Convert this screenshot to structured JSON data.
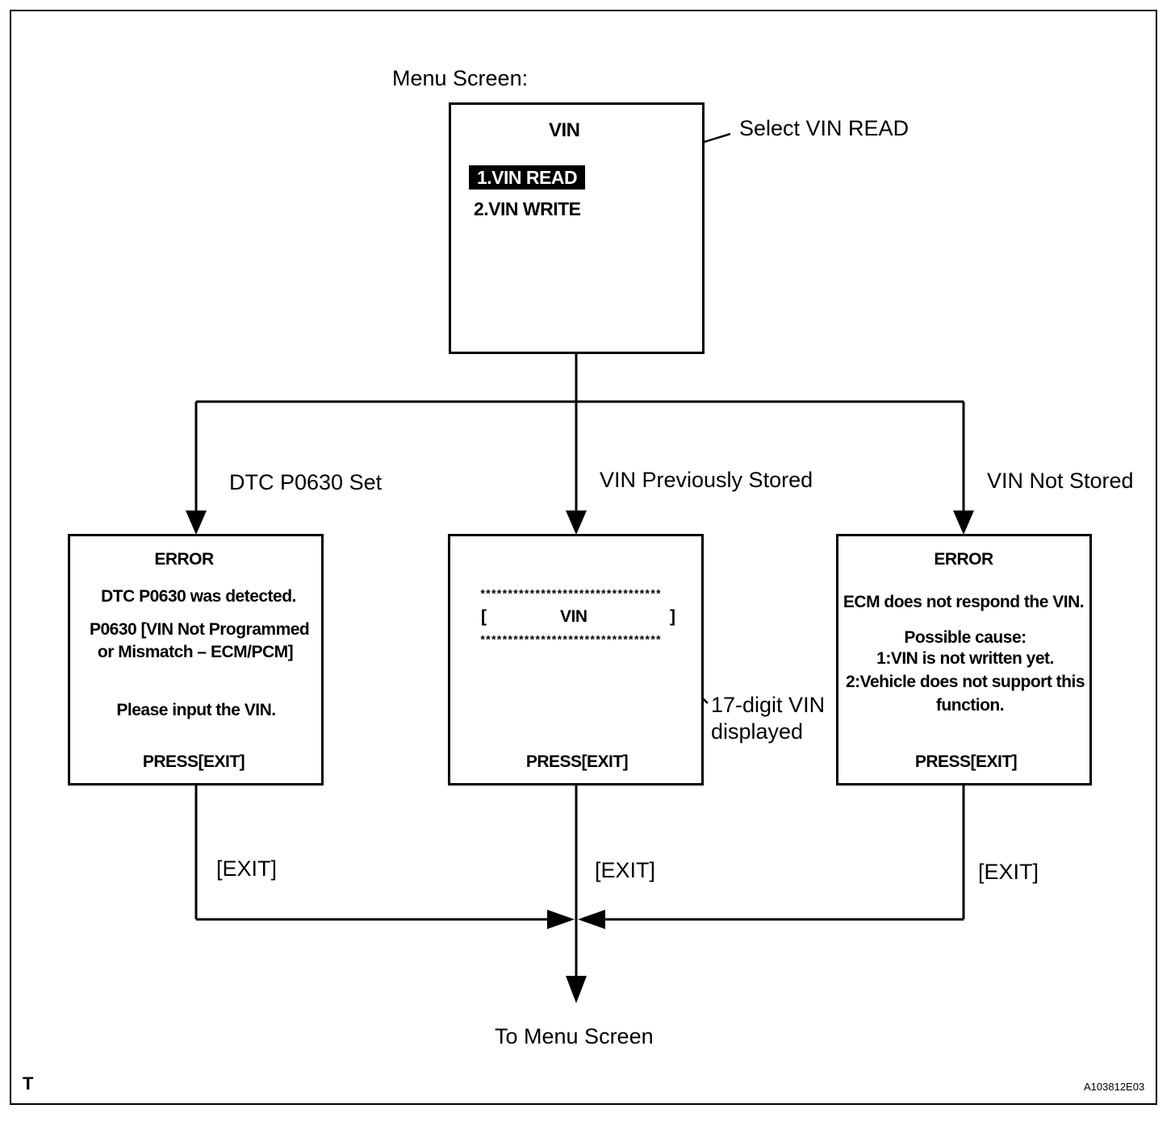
{
  "menu_label": "Menu Screen:",
  "menu_box": {
    "title": "VIN",
    "item_1": "1.VIN READ",
    "item_2": "2.VIN WRITE"
  },
  "select_callout": "Select VIN READ",
  "branches": {
    "left": "DTC P0630 Set",
    "middle": "VIN Previously Stored",
    "right": "VIN Not Stored"
  },
  "left_box": {
    "title": "ERROR",
    "line1": "DTC P0630 was detected.",
    "line2": "P0630  [VIN Not Programmed",
    "line3": "or Mismatch – ECM/PCM]",
    "line4": "Please input the VIN.",
    "press": "PRESS[EXIT]"
  },
  "middle_box": {
    "stars_top": "*********************************",
    "bracket_open": "[",
    "vin": "VIN",
    "bracket_close": "]",
    "stars_bottom": "*********************************",
    "press": "PRESS[EXIT]"
  },
  "vin_callout_line1": "17-digit VIN",
  "vin_callout_line2": "displayed",
  "right_box": {
    "title": "ERROR",
    "line1": "ECM does not respond the VIN.",
    "line2": "Possible cause:",
    "line3": "1:VIN is not written yet.",
    "line4": "2:Vehicle does not support this",
    "line5": "function.",
    "press": "PRESS[EXIT]"
  },
  "exit_labels": {
    "left": "[EXIT]",
    "middle": "[EXIT]",
    "right": "[EXIT]"
  },
  "bottom_label": "To Menu Screen",
  "corner_mark": "T",
  "figure_id": "A103812E03"
}
